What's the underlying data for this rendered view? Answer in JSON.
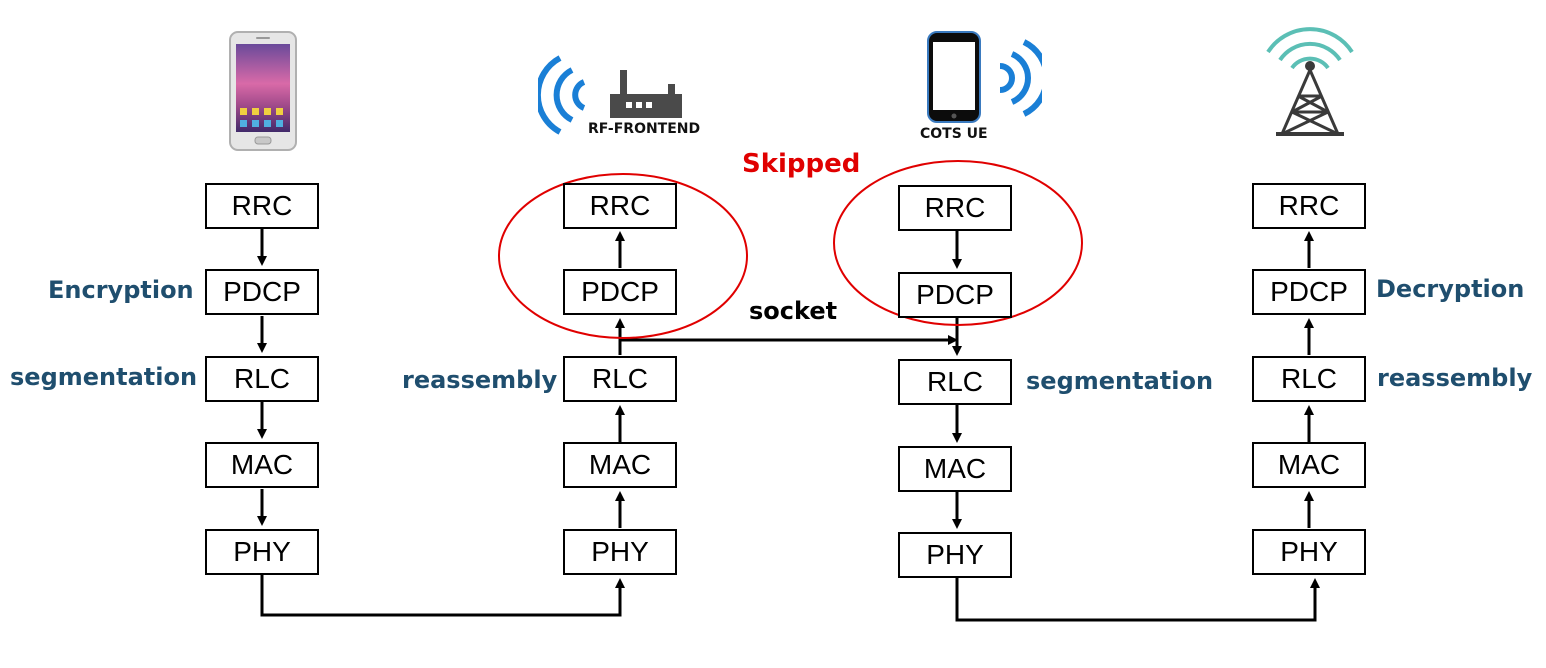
{
  "stacks": {
    "left_ue": {
      "rrc": "RRC",
      "pdcp": "PDCP",
      "rlc": "RLC",
      "mac": "MAC",
      "phy": "PHY"
    },
    "rf_frontend": {
      "rrc": "RRC",
      "pdcp": "PDCP",
      "rlc": "RLC",
      "mac": "MAC",
      "phy": "PHY"
    },
    "cots_ue": {
      "rrc": "RRC",
      "pdcp": "PDCP",
      "rlc": "RLC",
      "mac": "MAC",
      "phy": "PHY"
    },
    "base_station": {
      "rrc": "RRC",
      "pdcp": "PDCP",
      "rlc": "RLC",
      "mac": "MAC",
      "phy": "PHY"
    }
  },
  "labels": {
    "encryption": "Encryption",
    "segmentation_left": "segmentation",
    "reassembly_rf": "reassembly",
    "segmentation_cots": "segmentation",
    "decryption": "Decryption",
    "reassembly_bs": "reassembly",
    "skipped": "Skipped",
    "socket": "socket"
  },
  "device_captions": {
    "rf_frontend": "RF-FRONTEND",
    "cots_ue": "COTS UE"
  },
  "colors": {
    "label_blue": "#1f4e6e",
    "skipped_red": "#e00000",
    "ellipse_red": "#e00000",
    "signal_blue": "#1a7fd6",
    "tower_teal": "#5bbfb5"
  },
  "icons": [
    "smartphone-icon",
    "wifi-signal-icon",
    "router-icon",
    "phone-icon",
    "tower-icon"
  ]
}
